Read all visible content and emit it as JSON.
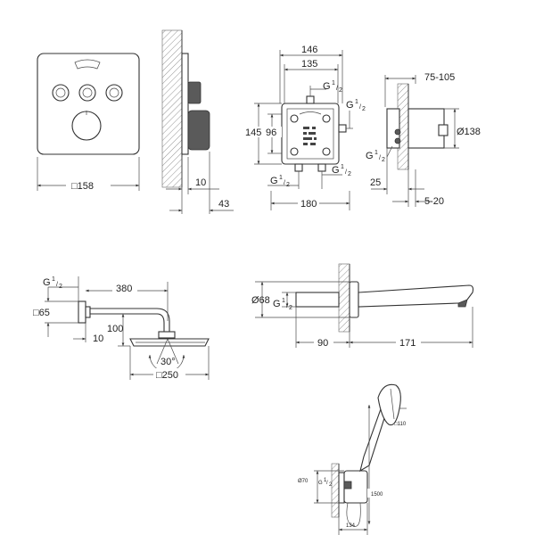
{
  "views": {
    "panel_front": {
      "width_label": "□158"
    },
    "panel_side": {
      "depth_a": "10",
      "depth_b": "43"
    },
    "box_front": {
      "outer_w": "146",
      "inner_w": "135",
      "h_outer": "145",
      "h_inner": "96",
      "base_w": "180",
      "thread_top": "G",
      "thread_right": "G",
      "thread_bottom_left": "G",
      "thread_bottom_right": "G",
      "thread_sup": "1",
      "thread_sub": "2"
    },
    "box_side": {
      "range_top": "75-105",
      "dia": "Ø138",
      "offset": "25",
      "range_bottom": "5-20",
      "thread": "G",
      "thread_sup": "1",
      "thread_sub": "2"
    },
    "head_shower": {
      "arm_len": "380",
      "wall_sq": "□65",
      "drop": "100",
      "gap": "10",
      "angle": "30°",
      "head_sq": "□250",
      "thread": "G",
      "thread_sup": "1",
      "thread_sub": "2"
    },
    "spout": {
      "dia": "Ø68",
      "len_a": "90",
      "len_b": "171",
      "thread": "G",
      "thread_sup": "1",
      "thread_sub": "2"
    },
    "hand_shower": {
      "head_sq": "□110",
      "dia": "Ø70",
      "hose": "1500",
      "width": "134",
      "thread": "G",
      "thread_sup": "1",
      "thread_sub": "2"
    }
  }
}
